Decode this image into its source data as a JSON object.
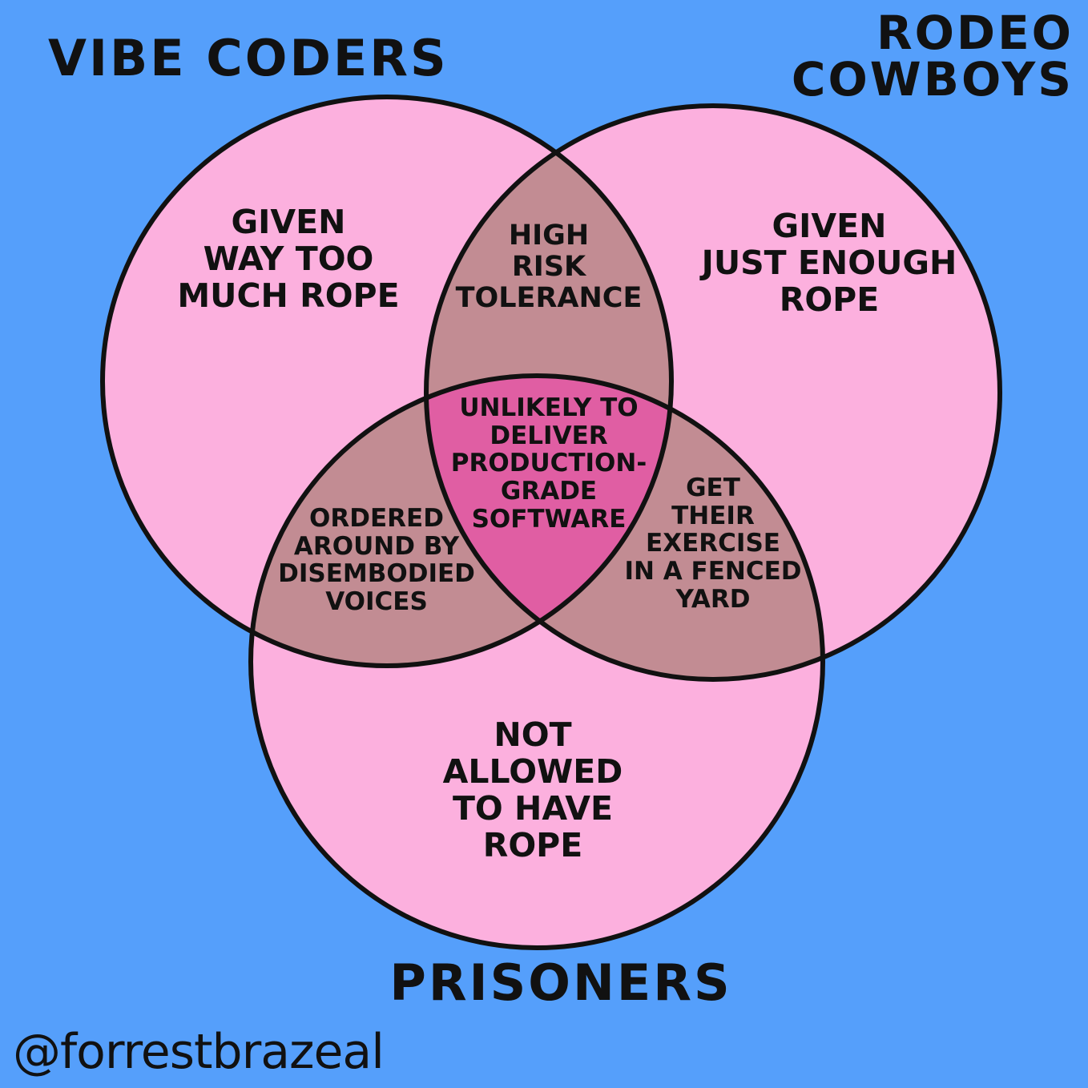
{
  "sets": {
    "vibe_coders": "VIBE CODERS",
    "rodeo_cowboys": "RODEO\nCOWBOYS",
    "prisoners": "PRISONERS"
  },
  "regions": {
    "vibe_only": "GIVEN\nWAY TOO\nMUCH ROPE",
    "rodeo_only": "GIVEN\nJUST ENOUGH\nROPE",
    "prisoners_only": "NOT\nALLOWED\nTO HAVE\nROPE",
    "vibe_rodeo": "HIGH\nRISK\nTOLERANCE",
    "vibe_prisoners": "ORDERED\nAROUND BY\nDISEMBODIED\nVOICES",
    "rodeo_prisoners": "GET\nTHEIR\nEXERCISE\nIN A FENCED\nYARD",
    "all_three": "UNLIKELY TO\nDELIVER\nPRODUCTION-\nGRADE\nSOFTWARE"
  },
  "credit": "@forrestbrazeal",
  "colors": {
    "background": "#559ffb",
    "single_region": "#fcb0de",
    "pair_overlap": "#c28c93",
    "triple_overlap": "#e05ea3",
    "outline": "#111111"
  }
}
